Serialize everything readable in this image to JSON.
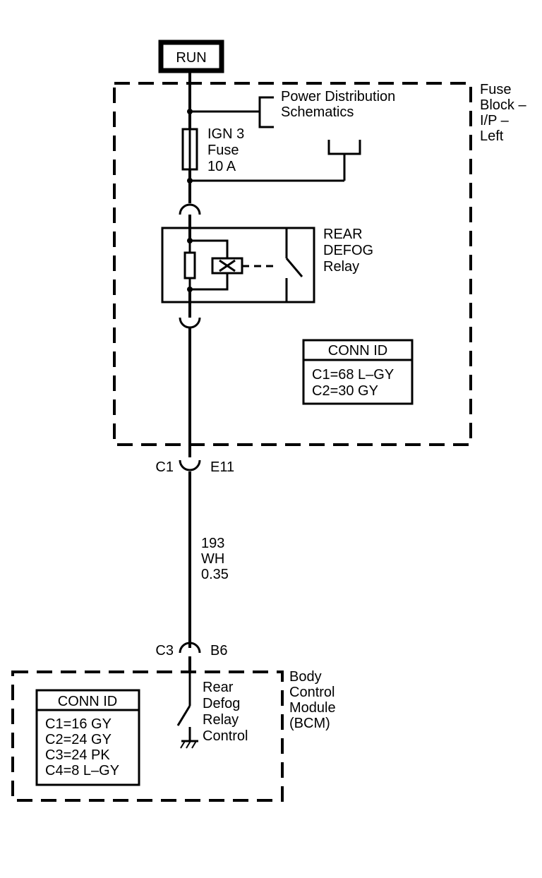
{
  "power_source": "RUN",
  "fuse_block": {
    "title_lines": [
      "Fuse",
      "Block –",
      "I/P –",
      "Left"
    ],
    "power_distribution_lines": [
      "Power Distribution",
      "Schematics"
    ],
    "fuse_lines": [
      "IGN 3",
      "Fuse",
      "10 A"
    ],
    "relay_lines": [
      "REAR",
      "DEFOG",
      "Relay"
    ],
    "conn_id": {
      "header": "CONN ID",
      "entries": [
        "C1=68 L–GY",
        "C2=30 GY"
      ]
    }
  },
  "connector_top": {
    "left": "C1",
    "right": "E11"
  },
  "wire": {
    "lines": [
      "193",
      "WH",
      "0.35"
    ]
  },
  "connector_bottom": {
    "left": "C3",
    "right": "B6"
  },
  "bcm": {
    "title_lines": [
      "Body",
      "Control",
      "Module",
      "(BCM)"
    ],
    "switch_lines": [
      "Rear",
      "Defog",
      "Relay",
      "Control"
    ],
    "conn_id": {
      "header": "CONN ID",
      "entries": [
        "C1=16 GY",
        "C2=24 GY",
        "C3=24 PK",
        "C4=8 L–GY"
      ]
    }
  }
}
